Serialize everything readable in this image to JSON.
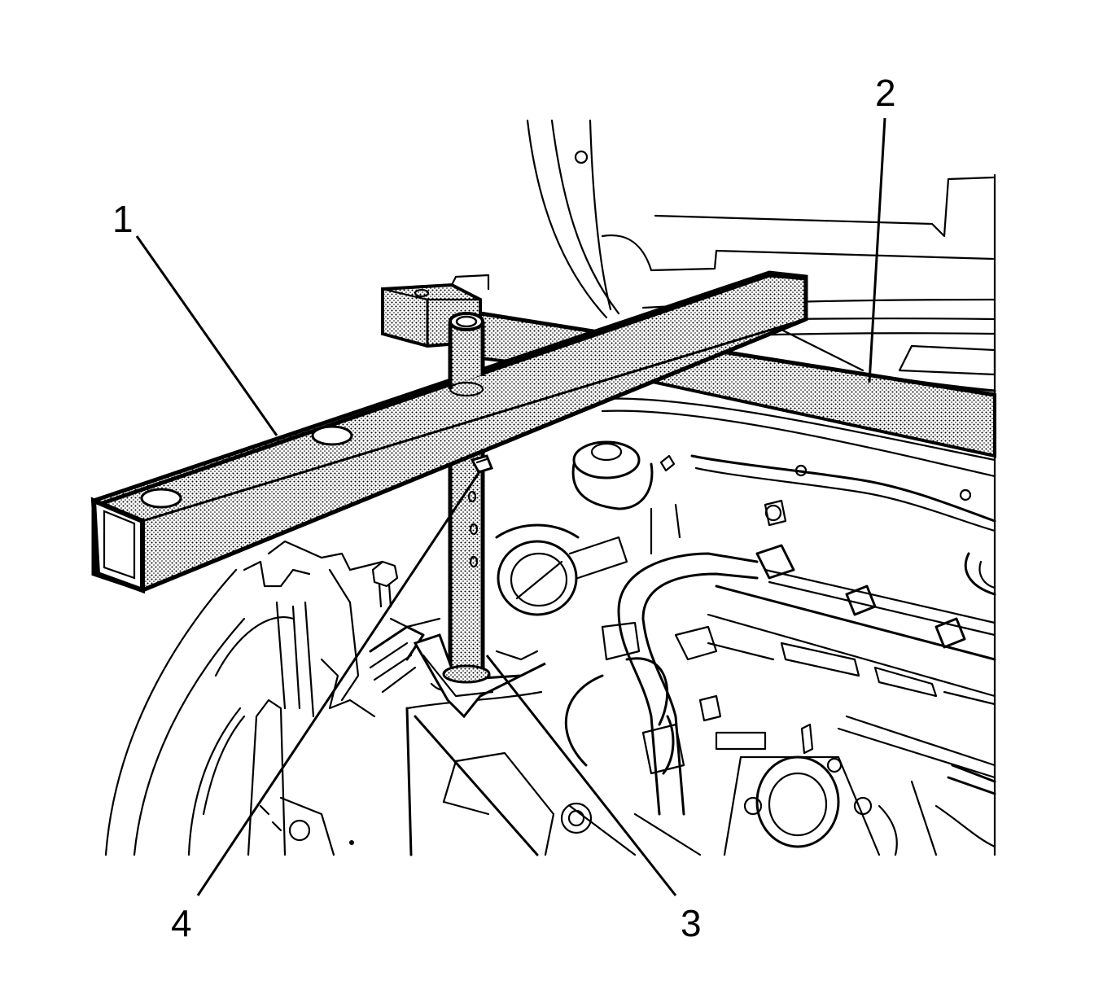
{
  "callouts": [
    {
      "id": "1",
      "label": "1"
    },
    {
      "id": "2",
      "label": "2"
    },
    {
      "id": "3",
      "label": "3"
    },
    {
      "id": "4",
      "label": "4"
    }
  ],
  "colors": {
    "line": "#000000",
    "background": "#ffffff",
    "tool_shading": "#b5b5b5"
  }
}
